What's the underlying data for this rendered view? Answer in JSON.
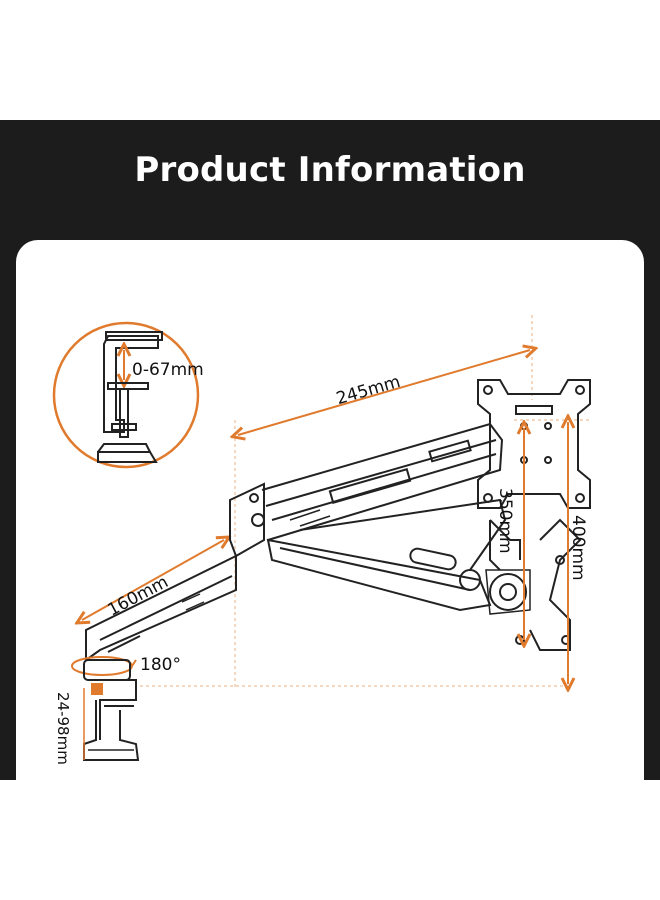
{
  "header": {
    "title": "Product Information"
  },
  "colors": {
    "panel": "#1c1c1c",
    "accent": "#e07b2e",
    "line": "#2a2a2a"
  },
  "dimensions": {
    "clamp_thickness": "0-67mm",
    "arm_upper": "245mm",
    "arm_lower": "160mm",
    "vesa_inner": "350mm",
    "vesa_outer": "400mm",
    "rotation": "180°",
    "desk_thickness": "24-98mm"
  },
  "icons": {
    "clamp_detail": "clamp-detail-icon",
    "monitor_arm": "monitor-arm-illustration",
    "vesa_plate": "vesa-plate-icon"
  }
}
